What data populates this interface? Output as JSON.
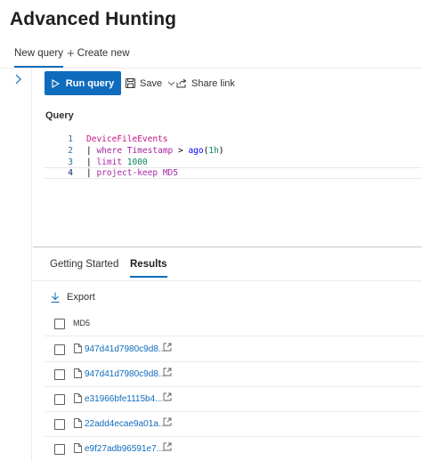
{
  "page": {
    "title": "Advanced Hunting"
  },
  "tabs": {
    "new_query": "New query",
    "create_new": "Create new"
  },
  "toolbar": {
    "run_query": "Run query",
    "save": "Save",
    "share_link": "Share link"
  },
  "query": {
    "label": "Query",
    "lines": [
      {
        "number": "1",
        "text": "DeviceFileEvents"
      },
      {
        "number": "2",
        "text": "| where Timestamp > ago(1h)"
      },
      {
        "number": "3",
        "text": "| limit 1000"
      },
      {
        "number": "4",
        "text": "| project-keep MD5"
      }
    ]
  },
  "results_tabs": {
    "getting_started": "Getting Started",
    "results": "Results"
  },
  "results": {
    "export": "Export",
    "column_header": "MD5",
    "rows": [
      {
        "md5": "947d41d7980c9d8..."
      },
      {
        "md5": "947d41d7980c9d8..."
      },
      {
        "md5": "e31966bfe1115b4..."
      },
      {
        "md5": "22add4ecae9a01a..."
      },
      {
        "md5": "e9f27adb96591e7..."
      }
    ]
  },
  "colors": {
    "accent": "#0f6cbd",
    "table_keyword": "#c71585",
    "operator_keyword": "#a626a4",
    "function": "#0000ff",
    "number": "#098658"
  },
  "icons": [
    "chevron-right-icon",
    "play-icon",
    "save-icon",
    "chevron-down-icon",
    "share-icon",
    "plus-icon",
    "download-icon",
    "file-icon",
    "open-external-icon"
  ]
}
